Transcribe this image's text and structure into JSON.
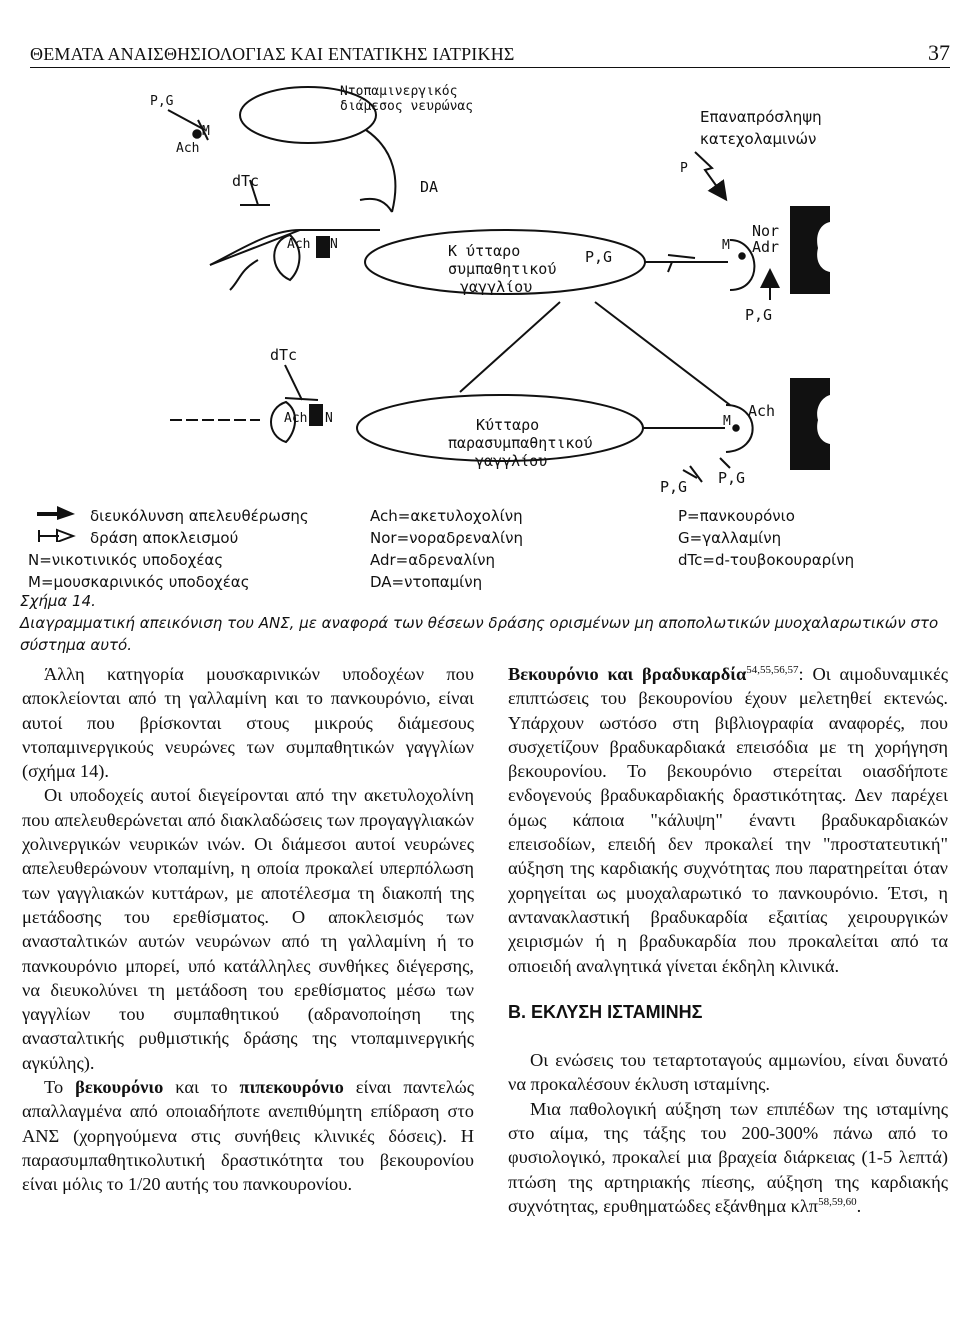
{
  "header": {
    "running_title": "ΘΕΜΑΤΑ ΑΝΑΙΣΘΗΣΙΟΛΟΓΙΑΣ ΚΑΙ ΕΝΤΑΤΙΚΗΣ ΙΑΤΡΙΚΗΣ",
    "page_number": "37"
  },
  "diagram": {
    "label_pg_top": "P,G",
    "label_m_top": "M",
    "label_ach_top": "Ach",
    "label_dtc_top": "dTc",
    "label_da": "DA",
    "interneuron_line1": "Ντοπαμινεργικός",
    "interneuron_line2": "διάμεσος νευρώνας",
    "reuptake_line1": "Επαναπρόσληψη",
    "reuptake_line2": "κατεχολαμινών",
    "label_p_reuptake": "P",
    "label_ach_ganglion": "Ach",
    "label_n_ganglion": "N",
    "sympathetic_line1": "Κ ύτταρο",
    "sympathetic_line2": "συμπαθητικού",
    "sympathetic_line3": "γαγγλίου",
    "label_pg_mid": "P,G",
    "label_m_target": "M",
    "label_nor": "Nor",
    "label_adr": "Adr",
    "label_pg_target": "P,G",
    "label_dtc_mid": "dTc",
    "label_ach_para": "Ach",
    "label_n_para": "N",
    "parasympathetic_line1": "Κύτταρο",
    "parasympathetic_line2": "παρασυμπαθητικού",
    "parasympathetic_line3": "γαγγλίου",
    "label_m_bottom": "M",
    "label_ach_bottom": "Ach",
    "label_pg_bottom_left": "P,G",
    "label_pg_bottom_right": "P,G"
  },
  "legend": {
    "col1": [
      "διευκόλυνση απελευθέρωσης",
      "δράση αποκλεισμού",
      "N=νικοτινικός υποδοχέας",
      "M=μουσκαρινικός υποδοχέας"
    ],
    "col2": [
      "Ach=ακετυλοχολίνη",
      "Nor=νοραδρεναλίνη",
      "Adr=αδρεναλίνη",
      "DA=ντοπαμίνη"
    ],
    "col3": [
      "P=πανκουρόνιο",
      "G=γαλλαμίνη",
      "dTc=d-τουβοκουραρίνη"
    ]
  },
  "caption": {
    "figure_label": "Σχήμα 14.",
    "text": "Διαγραμματική απεικόνιση του ΑΝΣ, με αναφορά των θέσεων δράσης ορισμένων μη αποπολωτικών μυοχαλαρωτικών στο σύστημα αυτό."
  },
  "left_column": {
    "p1": "Άλλη κατηγορία μουσκαρινικών υποδοχέων που αποκλείονται από τη γαλλαμίνη και το πανκουρόνιο, είναι αυτοί που βρίσκονται στους μικρούς διάμεσους ντοπαμινεργικούς νευρώνες των συμπαθητικών γαγγλίων (σχήμα 14).",
    "p2": "Οι υποδοχείς αυτοί διεγείρονται από την ακετυλοχολίνη που απελευθερώνεται από διακλαδώσεις των προγαγγλιακών χολινεργικών νευρικών ινών. Οι διάμεσοι αυτοί νευρώνες απελευθερώνουν ντοπαμίνη, η οποία προκαλεί υπερπόλωση των γαγγλιακών κυττάρων, με αποτέλεσμα τη διακοπή της μετάδοσης του ερεθίσματος. Ο αποκλεισμός των ανασταλτικών αυτών νευρώνων από τη γαλλαμίνη ή το πανκουρόνιο μπορεί, υπό κατάλληλες συνθήκες διέγερσης, να διευκολύνει τη μετάδοση του ερεθίσματος μέσω των γαγγλίων του συμπαθητικού (αδρανοποίηση της ανασταλτικής ρυθμιστικής δράσης της ντοπαμινεργικής αγκύλης).",
    "p3_pre": "Το ",
    "p3_bold1": "βεκουρόνιο",
    "p3_mid": " και το ",
    "p3_bold2": "πιπεκουρόνιο",
    "p3_post": " είναι παντελώς απαλλαγμένα από οποιαδήποτε ανεπιθύμητη επίδραση στο ΑΝΣ (χορηγούμενα στις συνήθεις κλινικές δόσεις). Η παρασυμπαθητικολυτική δραστικότητα του βεκουρονίου είναι μόλις το 1/20 αυτής του πανκουρονίου."
  },
  "right_column": {
    "p1_head": "Βεκουρόνιο και βραδυκαρδία",
    "p1_sup": "54,55,56,57",
    "p1_colon": ": ",
    "p1_text": "Οι αιμοδυναμικές επιπτώσεις του βεκουρονίου έχουν μελετηθεί εκτενώς. Υπάρχουν ωστόσο στη βιβλιογραφία αναφορές, που συσχετίζουν βραδυκαρδιακά επεισόδια με τη χορήγηση βεκουρονίου. Το βεκουρόνιο στερείται οιασδήποτε ενδογενούς βραδυκαρδιακής δραστικότητας. Δεν παρέχει όμως κάποια \"κάλυψη\" έναντι βραδυκαρδιακών επεισοδίων, επειδή δεν προκαλεί την \"προστατευτική\" αύξηση της καρδιακής συχνότητας που παρατηρείται όταν χορηγείται ως μυοχαλαρωτικό το πανκουρόνιο. Έτσι, η αντανακλαστική βραδυκαρδία εξαιτίας χειρουργικών χειρισμών ή η βραδυκαρδία που προκαλείται από τα οπιοειδή αναλγητικά γίνεται έκδηλη κλινικά.",
    "section_heading": "Β. ΕΚΛΥΣΗ ΙΣΤΑΜΙΝΗΣ",
    "p2": "Οι ενώσεις του τεταρτοταγούς αμμωνίου, είναι δυνατό να προκαλέσουν έκλυση ισταμίνης.",
    "p3_text": "Μια παθολογική αύξηση των επιπέδων της ισταμίνης στο αίμα, της τάξης του 200-300% πάνω από το φυσιολογικό, προκαλεί μια βραχεία διάρκειας (1-5 λεπτά) πτώση της αρτηριακής πίεσης, αύξηση της καρδιακής συχνότητας, ερυθηματώδες εξάνθημα κλπ",
    "p3_sup": "58,59,60",
    "p3_end": "."
  }
}
